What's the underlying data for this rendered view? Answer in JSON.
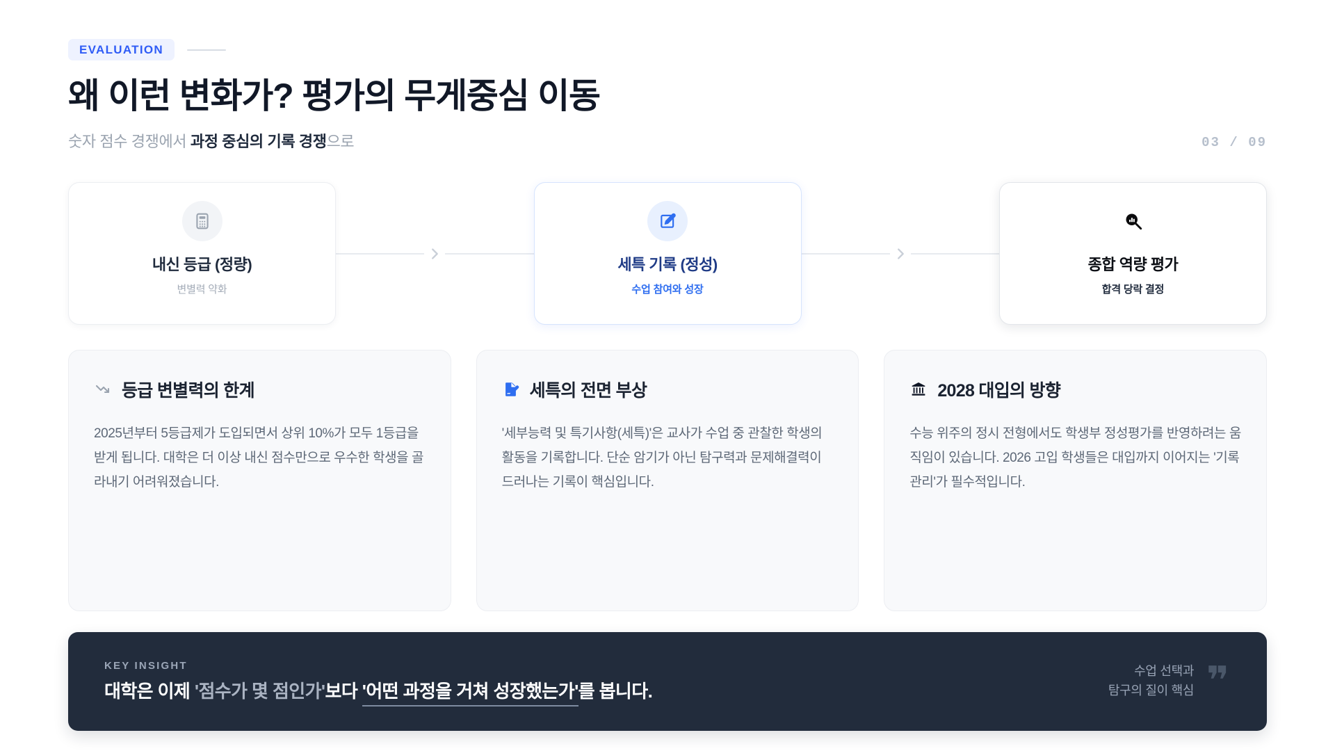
{
  "header": {
    "eyebrow": "EVALUATION",
    "title": "왜 이런 변화가? 평가의 무게중심 이동",
    "subtitle_plain_start": "숫자 점수 경쟁에서 ",
    "subtitle_bold": "과정 중심의 기록 경쟁",
    "subtitle_plain_end": "으로",
    "page_current": "03",
    "page_separator": "/",
    "page_total": "09"
  },
  "flow": {
    "steps": [
      {
        "icon": "calculator-icon",
        "title": "내신 등급 (정량)",
        "subtitle": "변별력 약화",
        "state": "muted"
      },
      {
        "icon": "pencil-square-icon",
        "title": "세특 기록 (정성)",
        "subtitle": "수업 참여와 성장",
        "state": "active"
      },
      {
        "icon": "chart-magnifier-icon",
        "title": "종합 역량 평가",
        "subtitle": "합격 당락 결정",
        "state": "final"
      }
    ],
    "connector_icon": "chevron-right-icon"
  },
  "details": [
    {
      "icon": "trend-down-icon",
      "title": "등급 변별력의 한계",
      "body": "2025년부터 5등급제가 도입되면서 상위 10%가 모두 1등급을 받게 됩니다. 대학은 더 이상 내신 점수만으로 우수한 학생을 골라내기 어려워졌습니다."
    },
    {
      "icon": "document-pen-icon",
      "title": "세특의 전면 부상",
      "body": "'세부능력 및 특기사항(세특)'은 교사가 수업 중 관찰한 학생의 활동을 기록합니다. 단순 암기가 아닌 탐구력과 문제해결력이 드러나는 기록이 핵심입니다."
    },
    {
      "icon": "classical-building-icon",
      "title": "2028 대입의 방향",
      "body": "수능 위주의 정시 전형에서도 학생부 정성평가를 반영하려는 움직임이 있습니다. 2026 고입 학생들은 대입까지 이어지는 '기록 관리'가 필수적입니다."
    }
  ],
  "insight": {
    "label": "KEY INSIGHT",
    "text_part1": "대학은 이제 ",
    "text_quoted_muted": "'점수가 몇 점인가'",
    "text_part2": "보다 ",
    "text_highlight": "'어떤 과정을 거쳐 성장했는가'",
    "text_part3": "를 봅니다.",
    "note_line1": "수업 선택과",
    "note_line2": "탐구의 질이 핵심",
    "quote_glyph": "❞"
  },
  "colors": {
    "accent_blue": "#2f5cf6",
    "badge_bg": "#eef2ff",
    "title_dark": "#111827",
    "insight_bg": "#222c3c",
    "card_bg": "#f8f9fb",
    "border": "#eceef2"
  }
}
